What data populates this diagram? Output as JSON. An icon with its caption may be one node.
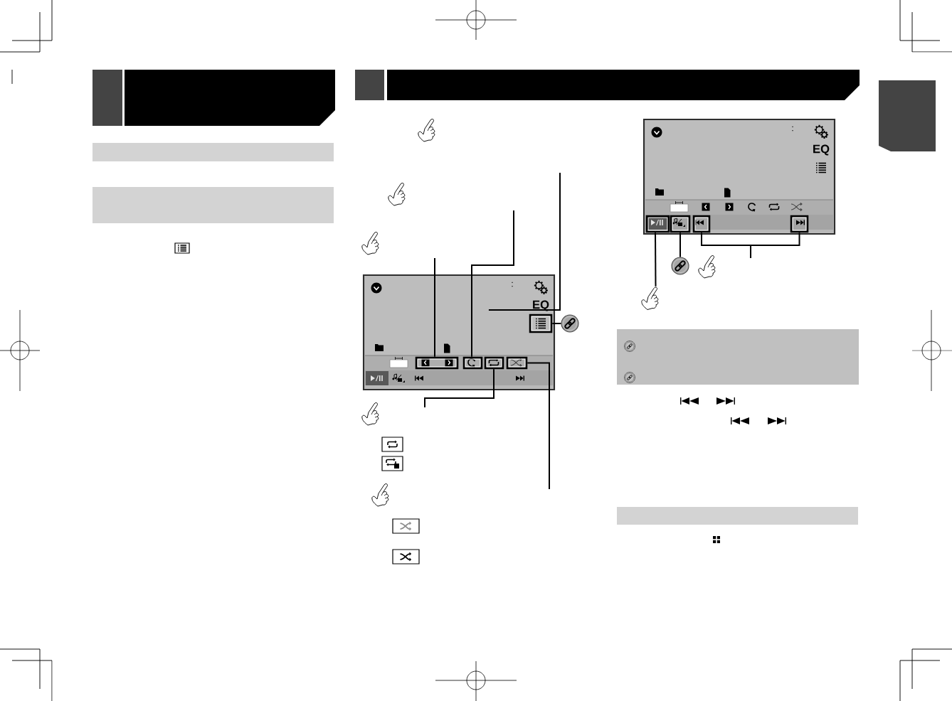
{
  "diagram": {
    "nodes": [
      {
        "text": [],
        "shape": "box"
      },
      {
        "text": [],
        "shape": "bar"
      },
      {
        "text": [],
        "shape": "bar"
      },
      {
        "text": [],
        "shape": "bar"
      },
      {
        "text": [],
        "shape": "box"
      },
      {
        "text": [],
        "shape": "bar"
      },
      {
        "text": [],
        "shape": "picture"
      },
      {
        "text": [],
        "shape": "box",
        "in": 6
      },
      {
        "text": [],
        "shape": "box",
        "in": 6
      },
      {
        "text": [],
        "shape": "box",
        "in": 6
      },
      {
        "text": [],
        "shape": "box",
        "in": 6
      },
      {
        "text": [],
        "shape": "box",
        "in": 6
      },
      {
        "text": [],
        "shape": "circle"
      },
      {
        "text": [],
        "shape": "picture"
      },
      {
        "text": [],
        "shape": "box",
        "in": 13
      },
      {
        "text": [],
        "shape": "box",
        "in": 13
      },
      {
        "text": [],
        "shape": "box",
        "in": 13
      },
      {
        "text": [],
        "shape": "box",
        "in": 13
      },
      {
        "text": [],
        "shape": "circle"
      },
      {
        "text": [],
        "shape": "picture"
      },
      {
        "text": [],
        "shape": "box"
      },
      {
        "text": [],
        "shape": "bar"
      },
      {
        "text": [],
        "shape": "box"
      }
    ],
    "edges": [
      {
        "from": null,
        "to": 6,
        "arrow": "none"
      },
      {
        "from": 7,
        "to": 12,
        "arrow": "none"
      },
      {
        "from": null,
        "to": 8,
        "arrow": "none"
      },
      {
        "from": null,
        "to": 9,
        "arrow": "none"
      },
      {
        "from": null,
        "to": 10,
        "arrow": "none"
      },
      {
        "from": null,
        "to": 11,
        "arrow": "none"
      },
      {
        "from": 19,
        "to": 14,
        "arrow": "none"
      },
      {
        "from": 15,
        "to": 18,
        "arrow": "none"
      },
      {
        "from": null,
        "to": 16,
        "arrow": "none"
      },
      {
        "from": null,
        "to": 17,
        "arrow": "none"
      }
    ],
    "labels": [
      ":",
      "EQ",
      ":",
      "EQ"
    ]
  }
}
